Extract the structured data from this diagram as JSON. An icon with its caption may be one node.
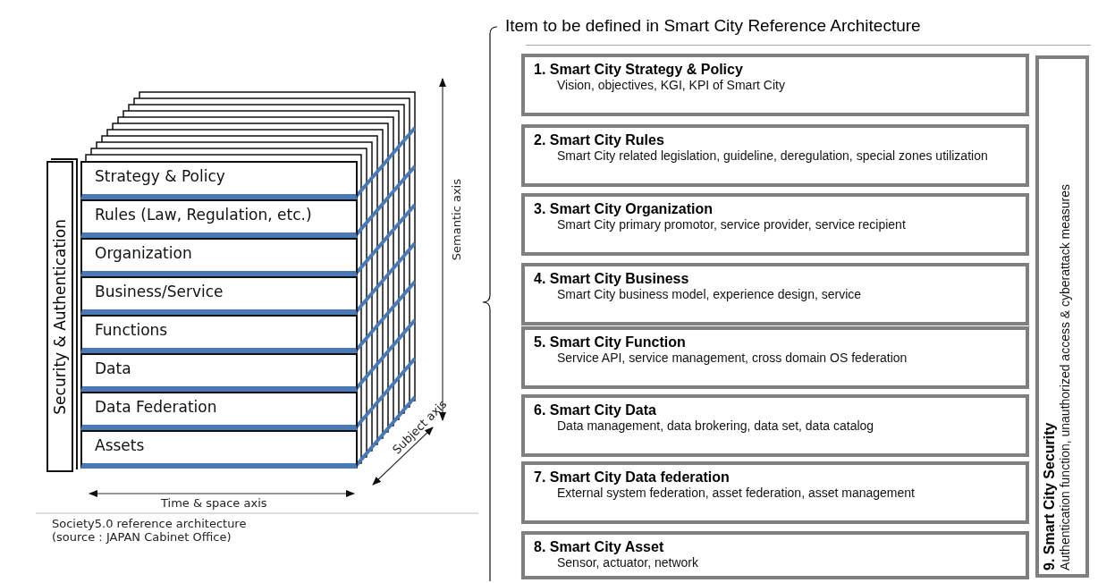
{
  "diagram": {
    "nodes": [
      {
        "text": [
          "Security & Authentication"
        ]
      },
      {
        "text": [
          "Strategy & Policy"
        ]
      },
      {
        "text": [
          "Rules (Law, Regulation, etc.)"
        ]
      },
      {
        "text": [
          "Organization"
        ]
      },
      {
        "text": [
          "Business/Service"
        ]
      },
      {
        "text": [
          "Functions"
        ]
      },
      {
        "text": [
          "Data"
        ]
      },
      {
        "text": [
          "Data Federation"
        ]
      },
      {
        "text": [
          "Assets"
        ]
      },
      {
        "text": [
          "Item to be defined in Smart City Reference Architecture"
        ]
      },
      {
        "text": [
          "1. Smart City Strategy & Policy",
          "Vision, objectives, KGI, KPI of Smart City"
        ],
        "in": 9
      },
      {
        "text": [
          "2. Smart City Rules",
          "Smart City related legislation, guideline, deregulation, special zones utilization"
        ],
        "in": 9
      },
      {
        "text": [
          "3. Smart City Organization",
          "Smart City primary promotor, service provider, service recipient"
        ],
        "in": 9
      },
      {
        "text": [
          "4. Smart City Business",
          "Smart City business model, experience design, service"
        ],
        "in": 9
      },
      {
        "text": [
          "5. Smart City Function",
          "Service API, service management, cross domain OS federation"
        ],
        "in": 9
      },
      {
        "text": [
          "6. Smart City Data",
          "Data management, data brokering, data set, data catalog"
        ],
        "in": 9
      },
      {
        "text": [
          "7. Smart City Data federation",
          "External system federation, asset federation, asset management"
        ],
        "in": 9
      },
      {
        "text": [
          "8. Smart City Asset",
          "Sensor, actuator, network"
        ],
        "in": 9
      },
      {
        "text": [
          "9. Smart City Security",
          "Authentication function, unauthorized access & cyberattack measures"
        ],
        "in": 9
      }
    ],
    "edges": [],
    "labels": [
      "Semantic axis",
      "Subject axis",
      "Time & space axis",
      "Society5.0 reference architecture (source : JAPAN Cabinet Office)"
    ]
  }
}
